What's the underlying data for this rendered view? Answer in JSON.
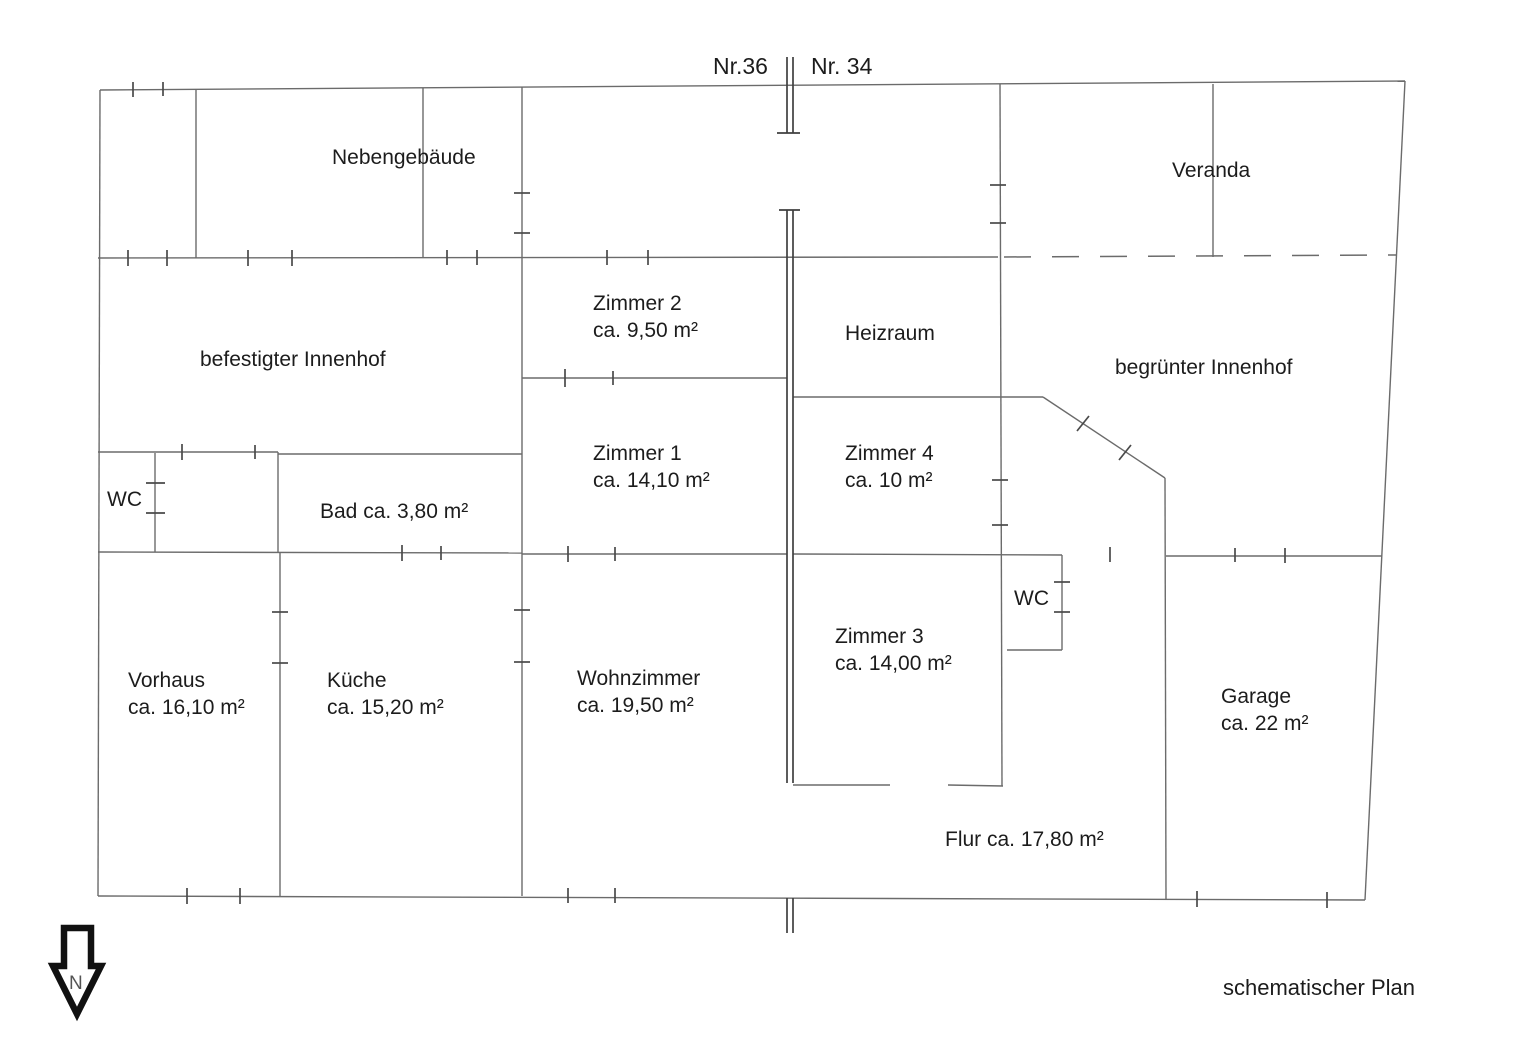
{
  "house_numbers": {
    "left": "Nr.36",
    "right": "Nr. 34"
  },
  "caption": "schematischer Plan",
  "north_arrow": {
    "label": "N"
  },
  "rooms": {
    "nebengebaeude": {
      "label": "Nebengebäude"
    },
    "veranda": {
      "label": "Veranda"
    },
    "befestigter_innenhof": {
      "label": "befestigter Innenhof"
    },
    "begruenter_innenhof": {
      "label": "begrünter Innenhof"
    },
    "zimmer2": {
      "label": "Zimmer 2",
      "area": "ca. 9,50 m²"
    },
    "heizraum": {
      "label": "Heizraum"
    },
    "zimmer1": {
      "label": "Zimmer 1",
      "area": "ca. 14,10 m²"
    },
    "zimmer4": {
      "label": "Zimmer 4",
      "area": "ca. 10 m²"
    },
    "wc_links": {
      "label": "WC"
    },
    "bad": {
      "label": "Bad ca. 3,80 m²"
    },
    "wc_rechts": {
      "label": "WC"
    },
    "zimmer3": {
      "label": "Zimmer 3",
      "area": "ca. 14,00 m²"
    },
    "vorhaus": {
      "label": "Vorhaus",
      "area": "ca. 16,10 m²"
    },
    "kueche": {
      "label": "Küche",
      "area": "ca. 15,20 m²"
    },
    "wohnzimmer": {
      "label": "Wohnzimmer",
      "area": "ca. 19,50 m²"
    },
    "garage": {
      "label": "Garage",
      "area": "ca. 22 m²"
    },
    "flur": {
      "label": "Flur ca. 17,80 m²"
    }
  },
  "colors": {
    "line": "#6b6b6b",
    "wall_dark": "#3f3f3f",
    "tick": "#4a4a4a",
    "text": "#1c1c1c",
    "background": "#ffffff"
  }
}
